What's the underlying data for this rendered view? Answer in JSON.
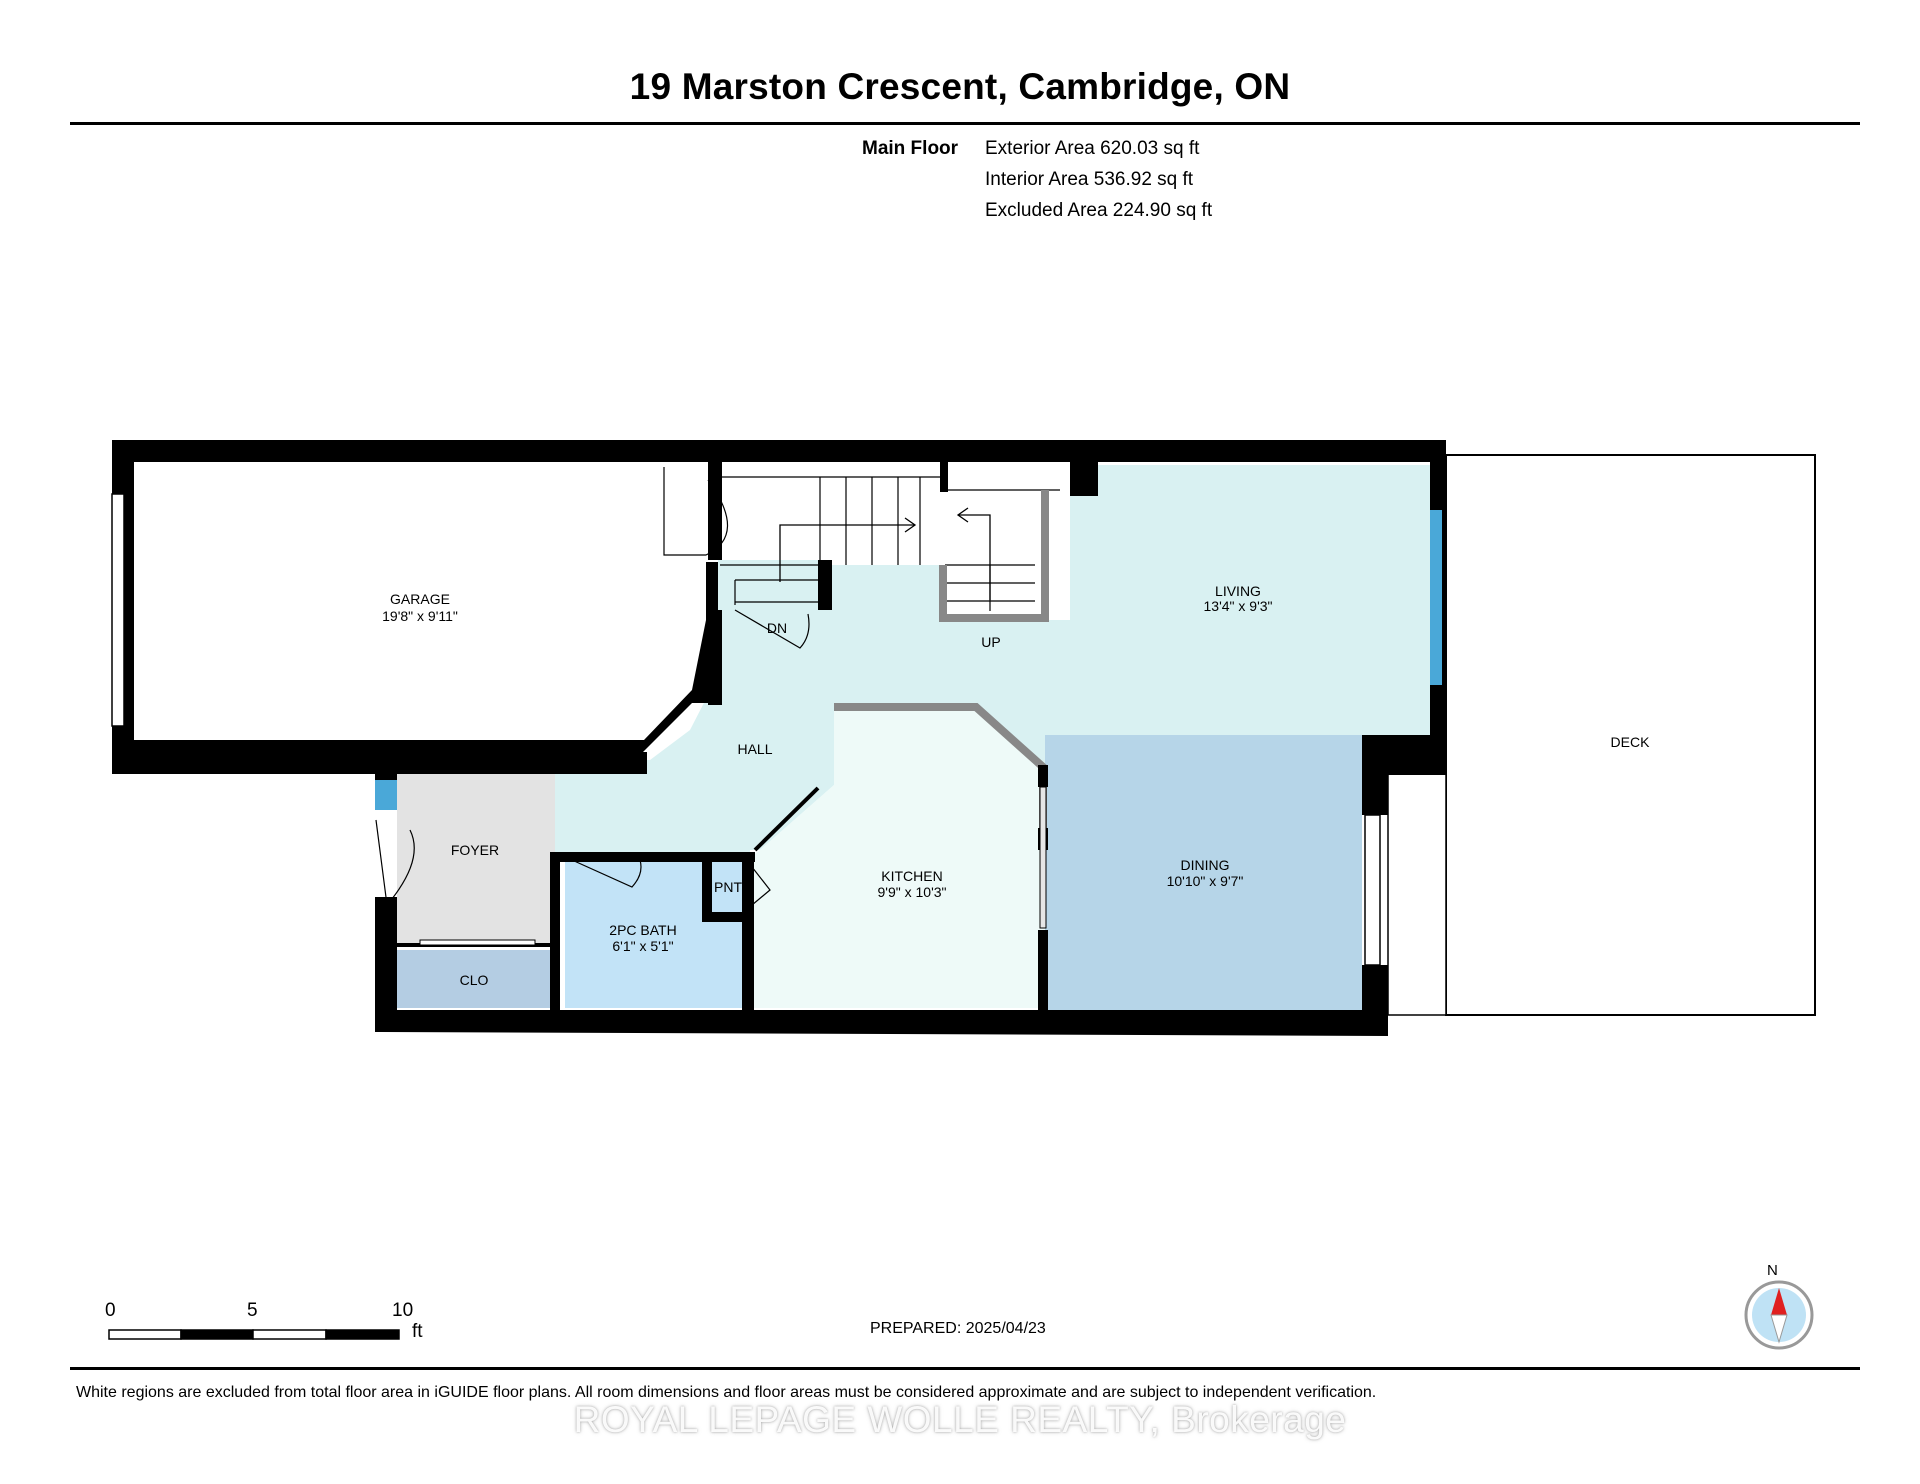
{
  "header": {
    "title": "19 Marston Crescent, Cambridge, ON"
  },
  "summary": {
    "floor_name": "Main Floor",
    "exterior_area": "Exterior Area 620.03 sq ft",
    "interior_area": "Interior Area 536.92 sq ft",
    "excluded_area": "Excluded Area 224.90 sq ft"
  },
  "rooms": {
    "garage": {
      "name": "GARAGE",
      "dims": "19'8\" x 9'11\""
    },
    "living": {
      "name": "LIVING",
      "dims": "13'4\" x 9'3\""
    },
    "deck": {
      "name": "DECK"
    },
    "hall": {
      "name": "HALL"
    },
    "foyer": {
      "name": "FOYER"
    },
    "bath": {
      "name": "2PC BATH",
      "dims": "6'1\" x 5'1\""
    },
    "clo": {
      "name": "CLO"
    },
    "pnt": {
      "name": "PNT"
    },
    "kitchen": {
      "name": "KITCHEN",
      "dims": "9'9\" x 10'3\""
    },
    "dining": {
      "name": "DINING",
      "dims": "10'10\" x 9'7\""
    }
  },
  "stairs": {
    "down_label": "DN",
    "up_label": "UP"
  },
  "colors": {
    "hall_living": "#d9f1f2",
    "kitchen": "#eefaf8",
    "dining": "#b6d5e8",
    "bath": "#c2e3f7",
    "clo": "#b4cde3",
    "foyer": "#e3e3e3",
    "wall": "#000000",
    "window": "#4aa8d8"
  },
  "scale": {
    "labels": [
      "0",
      "5",
      "10"
    ],
    "unit": "ft"
  },
  "compass": {
    "label": "N",
    "icon": "compass-icon"
  },
  "footer": {
    "prepared": "PREPARED: 2025/04/23",
    "disclaimer": "White regions are excluded from total floor area in iGUIDE floor plans. All room dimensions and floor areas must be considered approximate and are subject to independent verification.",
    "watermark": "ROYAL LEPAGE WOLLE REALTY, Brokerage"
  }
}
